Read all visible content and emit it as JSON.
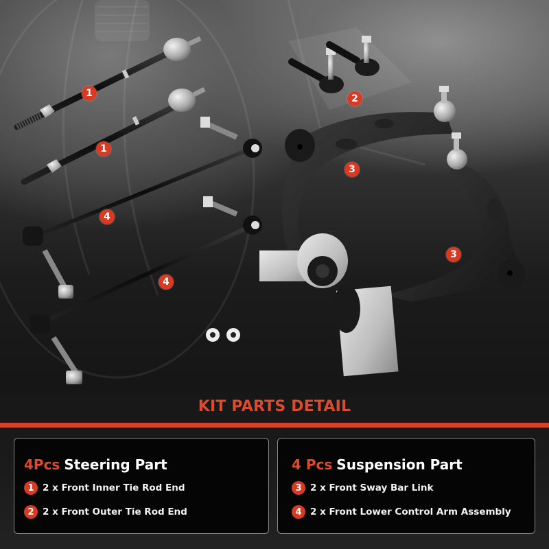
{
  "hero": {
    "badges": [
      {
        "number": "1",
        "part": "front-inner-tie-rod-end"
      },
      {
        "number": "1",
        "part": "front-inner-tie-rod-end"
      },
      {
        "number": "2",
        "part": "front-outer-tie-rod-end"
      },
      {
        "number": "3",
        "part": "front-lower-control-arm"
      },
      {
        "number": "3",
        "part": "front-lower-control-arm"
      },
      {
        "number": "4",
        "part": "front-sway-bar-link"
      },
      {
        "number": "4",
        "part": "front-sway-bar-link"
      }
    ]
  },
  "kit": {
    "title": "KIT PARTS DETAIL",
    "accent_color": "#d94128",
    "steering": {
      "qty": "4Pcs",
      "label": "Steering Part",
      "items": [
        {
          "number": "1",
          "text": "2 x Front Inner Tie Rod End"
        },
        {
          "number": "2",
          "text": "2 x Front Outer Tie Rod End"
        }
      ]
    },
    "suspension": {
      "qty": "4 Pcs",
      "label": "Suspension Part",
      "items": [
        {
          "number": "3",
          "text": "2 x Front Sway Bar Link"
        },
        {
          "number": "4",
          "text": "2 x Front Lower Control Arm Assembly"
        }
      ]
    }
  }
}
